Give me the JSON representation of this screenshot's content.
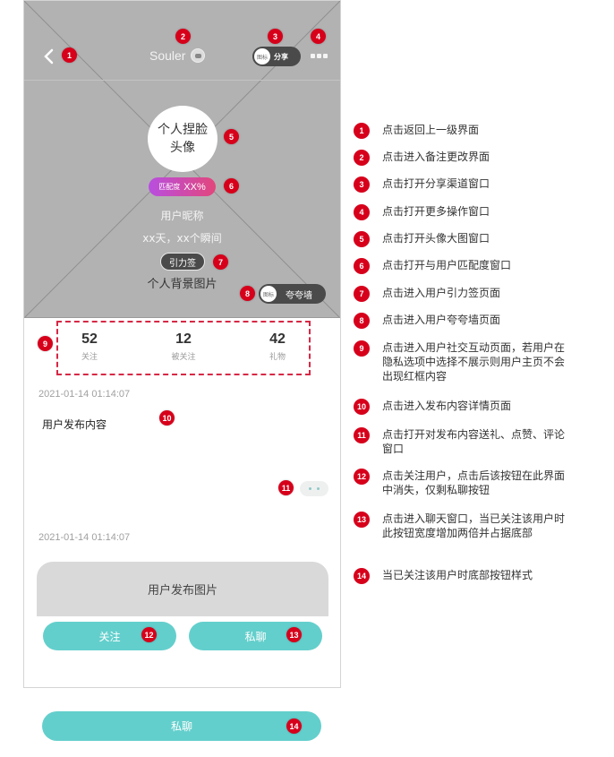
{
  "header": {
    "title": "Souler",
    "share_icon_label": "图标",
    "share_label": "分享"
  },
  "profile": {
    "avatar_line1": "个人捏脸",
    "avatar_line2": "头像",
    "match_label": "匹配度",
    "match_value": "XX%",
    "nickname": "用户昵称",
    "stats_line": "xx天，xx个瞬间",
    "tag_label": "引力签",
    "background_label": "个人背景图片",
    "praise_icon_label": "图标",
    "praise_label": "夸夸墙"
  },
  "stats": [
    {
      "value": "52",
      "label": "关注"
    },
    {
      "value": "12",
      "label": "被关注"
    },
    {
      "value": "42",
      "label": "礼物"
    }
  ],
  "feed": {
    "time1": "2021-01-14 01:14:07",
    "post_text": "用户发布内容",
    "time2": "2021-01-14 01:14:07",
    "post_image_label": "用户发布图片"
  },
  "buttons": {
    "follow": "关注",
    "chat": "私聊",
    "chat_wide": "私聊"
  },
  "badges": [
    "1",
    "2",
    "3",
    "4",
    "5",
    "6",
    "7",
    "8",
    "9",
    "10",
    "11",
    "12",
    "13",
    "14"
  ],
  "notes": [
    {
      "num": "1",
      "text": "点击返回上一级界面"
    },
    {
      "num": "2",
      "text": "点击进入备注更改界面"
    },
    {
      "num": "3",
      "text": "点击打开分享渠道窗口"
    },
    {
      "num": "4",
      "text": "点击打开更多操作窗口"
    },
    {
      "num": "5",
      "text": "点击打开头像大图窗口"
    },
    {
      "num": "6",
      "text": "点击打开与用户匹配度窗口"
    },
    {
      "num": "7",
      "text": "点击进入用户引力签页面"
    },
    {
      "num": "8",
      "text": "点击进入用户夸夸墙页面"
    },
    {
      "num": "9",
      "text": "点击进入用户社交互动页面，若用户在隐私选项中选择不展示则用户主页不会出现红框内容"
    },
    {
      "num": "10",
      "text": "点击进入发布内容详情页面"
    },
    {
      "num": "11",
      "text": "点击打开对发布内容送礼、点赞、评论窗口"
    },
    {
      "num": "12",
      "text": "点击关注用户，点击后该按钮在此界面中消失，仅剩私聊按钮"
    },
    {
      "num": "13",
      "text": "点击进入聊天窗口，当已关注该用户时此按钮宽度增加两倍并占据底部"
    },
    {
      "num": "14",
      "text": "当已关注该用户时底部按钮样式"
    }
  ],
  "colors": {
    "accent_teal": "#63cfcc",
    "badge_red": "#d7001b",
    "dashed_red": "#d62845",
    "hero_gray": "#b2b2b2",
    "match_gradient_start": "#b84fe0",
    "match_gradient_end": "#e2467b"
  }
}
